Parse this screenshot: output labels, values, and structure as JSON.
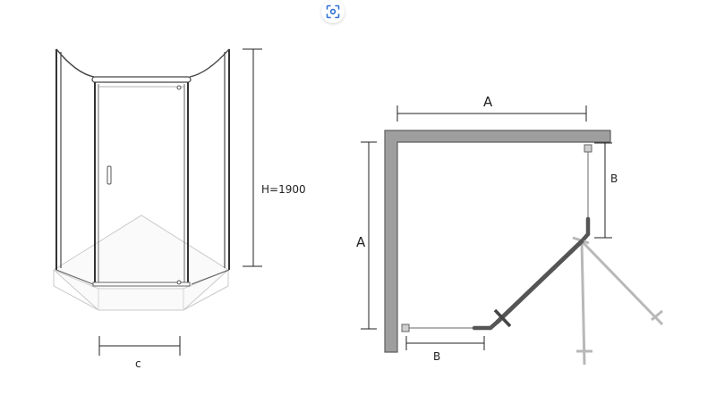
{
  "toolbar": {
    "lens_icon": "visual-search-icon",
    "accent": "#2f6fd6"
  },
  "front_view": {
    "height_label": "H=1900",
    "width_label": "c"
  },
  "plan_view": {
    "top_width_label": "A",
    "left_height_label": "A",
    "right_side_label": "B",
    "bottom_side_label": "B",
    "wall_color": "#9e9e9e",
    "door_color": "#555555",
    "swing_color": "#b8b8b8"
  }
}
